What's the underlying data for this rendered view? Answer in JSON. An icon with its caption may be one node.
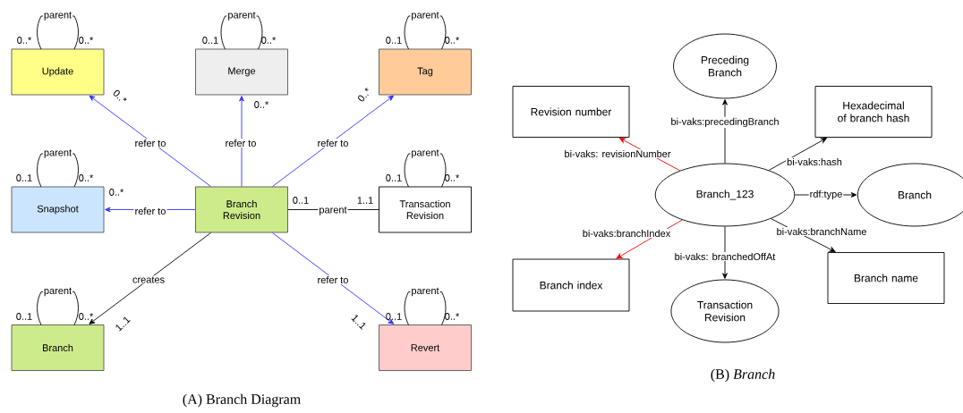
{
  "diagram": {
    "nodes": [
      {
        "text": [
          "Update"
        ]
      },
      {
        "text": [
          "Merge"
        ]
      },
      {
        "text": [
          "Tag"
        ]
      },
      {
        "text": [
          "Snapshot"
        ]
      },
      {
        "text": [
          "Branch Revision"
        ]
      },
      {
        "text": [
          "Transaction Revision"
        ]
      },
      {
        "text": [
          "Branch"
        ]
      },
      {
        "text": [
          "Revert"
        ]
      },
      {
        "text": [
          "Preceding Branch"
        ]
      },
      {
        "text": [
          "Revision number"
        ]
      },
      {
        "text": [
          "Hexadecimal of branch hash"
        ]
      },
      {
        "text": [
          "Branch_123"
        ]
      },
      {
        "text": [
          "Branch"
        ]
      },
      {
        "text": [
          "Branch index"
        ]
      },
      {
        "text": [
          "Transaction Revision"
        ]
      },
      {
        "text": [
          "Branch name"
        ]
      }
    ],
    "edges": [
      {
        "from": 4,
        "to": 0,
        "arrow": "to",
        "label": "refer to",
        "color": "#3333ff"
      },
      {
        "from": 4,
        "to": 1,
        "arrow": "to",
        "label": "refer to",
        "color": "#3333ff"
      },
      {
        "from": 4,
        "to": 2,
        "arrow": "to",
        "label": "refer to",
        "color": "#3333ff"
      },
      {
        "from": 4,
        "to": 3,
        "arrow": "to",
        "label": "refer to",
        "color": "#3333ff"
      },
      {
        "from": 4,
        "to": 5,
        "arrow": "none",
        "label": "parent"
      },
      {
        "from": 4,
        "to": 6,
        "arrow": "to",
        "label": "creates"
      },
      {
        "from": 4,
        "to": 7,
        "arrow": "to",
        "label": "refer to",
        "color": "#3333ff"
      },
      {
        "from": 0,
        "to": 0,
        "arrow": "none",
        "label": "parent"
      },
      {
        "from": 1,
        "to": 1,
        "arrow": "none",
        "label": "parent"
      },
      {
        "from": 2,
        "to": 2,
        "arrow": "none",
        "label": "parent"
      },
      {
        "from": 3,
        "to": 3,
        "arrow": "none",
        "label": "parent"
      },
      {
        "from": 5,
        "to": 5,
        "arrow": "none",
        "label": "parent"
      },
      {
        "from": 6,
        "to": 6,
        "arrow": "none",
        "label": "parent"
      },
      {
        "from": 7,
        "to": 7,
        "arrow": "none",
        "label": "parent"
      },
      {
        "from": 11,
        "to": 8,
        "arrow": "to",
        "label": "bi-vaks:precedingBranch"
      },
      {
        "from": 11,
        "to": 9,
        "arrow": "to",
        "label": "bi-vaks: revisionNumber",
        "color": "#ff0000"
      },
      {
        "from": 11,
        "to": 10,
        "arrow": "to",
        "label": "bi-vaks:hash"
      },
      {
        "from": 11,
        "to": 12,
        "arrow": "to",
        "label": "rdf:type"
      },
      {
        "from": 11,
        "to": 13,
        "arrow": "to",
        "label": "bi-vaks:branchIndex",
        "color": "#ff0000"
      },
      {
        "from": 11,
        "to": 14,
        "arrow": "to",
        "label": "bi-vaks: branchedOffAt"
      },
      {
        "from": 11,
        "to": 15,
        "arrow": "to",
        "label": "bi-vaks:branchName"
      }
    ],
    "labels": [
      "0..*",
      "0..*",
      "0..1",
      "0..*",
      "0..1",
      "0..*",
      "0..*",
      "0..*",
      "0..*",
      "0..1",
      "0..*",
      "0..1",
      "0..*",
      "0..*",
      "0..1",
      "1..1",
      "0..1",
      "0..*",
      "1..1",
      "1..1",
      "0..1",
      "0..*",
      "(A) Branch Diagram",
      "(B) *Branch*"
    ]
  }
}
